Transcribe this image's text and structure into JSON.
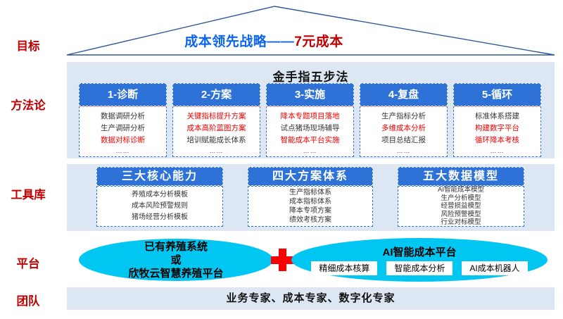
{
  "colors": {
    "section_bg": "#dde7f4",
    "header_blue": "#2e72d8",
    "cyan_ellipse": "#00c6f2",
    "label_red": "#c00000",
    "highlight_red": "#f20000",
    "strategy_blue": "#0a64f0",
    "plus_red": "#fa0000",
    "roof_outline": "#2e5a97"
  },
  "row_labels": {
    "goal": "目标",
    "methodology": "方法论",
    "toolkit": "工具库",
    "platform": "平台",
    "team": "团队"
  },
  "roof": {
    "strategy_text": "成本领先战略——",
    "target_text": "7元成本"
  },
  "method": {
    "title": "金手指五步法",
    "columns": [
      {
        "title": "1-诊断",
        "items": [
          {
            "text": "数据调研分析",
            "hl": "false"
          },
          {
            "text": "生产调研分析",
            "hl": "false"
          },
          {
            "text": "数据对标诊断",
            "hl": "true"
          }
        ],
        "more": "……"
      },
      {
        "title": "2-方案",
        "items": [
          {
            "text": "关键指标提升方案",
            "hl": "true"
          },
          {
            "text": "成本高阶蓝图方案",
            "hl": "true"
          },
          {
            "text": "培训赋能成长体系",
            "hl": "false"
          }
        ],
        "more": "……"
      },
      {
        "title": "3-实施",
        "items": [
          {
            "text": "降本专题项目落地",
            "hl": "true"
          },
          {
            "text": "试点猪场现场辅导",
            "hl": "false"
          },
          {
            "text": "智能成本平台实施",
            "hl": "true"
          }
        ],
        "more": "……"
      },
      {
        "title": "4-复盘",
        "items": [
          {
            "text": "生产指标分析",
            "hl": "false"
          },
          {
            "text": "多维成本分析",
            "hl": "true"
          },
          {
            "text": "项目总结汇报",
            "hl": "false"
          }
        ],
        "more": "……"
      },
      {
        "title": "5-循环",
        "items": [
          {
            "text": "标准体系搭建",
            "hl": "false"
          },
          {
            "text": "构建数字平台",
            "hl": "true"
          },
          {
            "text": "循环降本考核",
            "hl": "true"
          }
        ],
        "more": "……"
      }
    ]
  },
  "tools": {
    "boxes": [
      {
        "title": "三大核心能力",
        "items": [
          "养殖成本分析模板",
          "成本风险预警规则",
          "猪场经营分析模板"
        ]
      },
      {
        "title": "四大方案体系",
        "items": [
          "生产指标体系",
          "成本指标体系",
          "降本专项方案",
          "绩效考核方案"
        ]
      },
      {
        "title": "五大数据模型",
        "items": [
          "AI智能成本模型",
          "生产分析模型",
          "经营损益模型",
          "风险预警模型",
          "行业对标模型"
        ]
      }
    ]
  },
  "platform": {
    "left_ellipse_lines": [
      "已有养殖系统",
      "或",
      "欣牧云智慧养殖平台"
    ],
    "right_ellipse_title": "AI智能成本平台",
    "modules": [
      "精细成本核算",
      "智能成本分析",
      "AI成本机器人"
    ]
  },
  "team": {
    "text": "业务专家、成本专家、数字化专家"
  }
}
